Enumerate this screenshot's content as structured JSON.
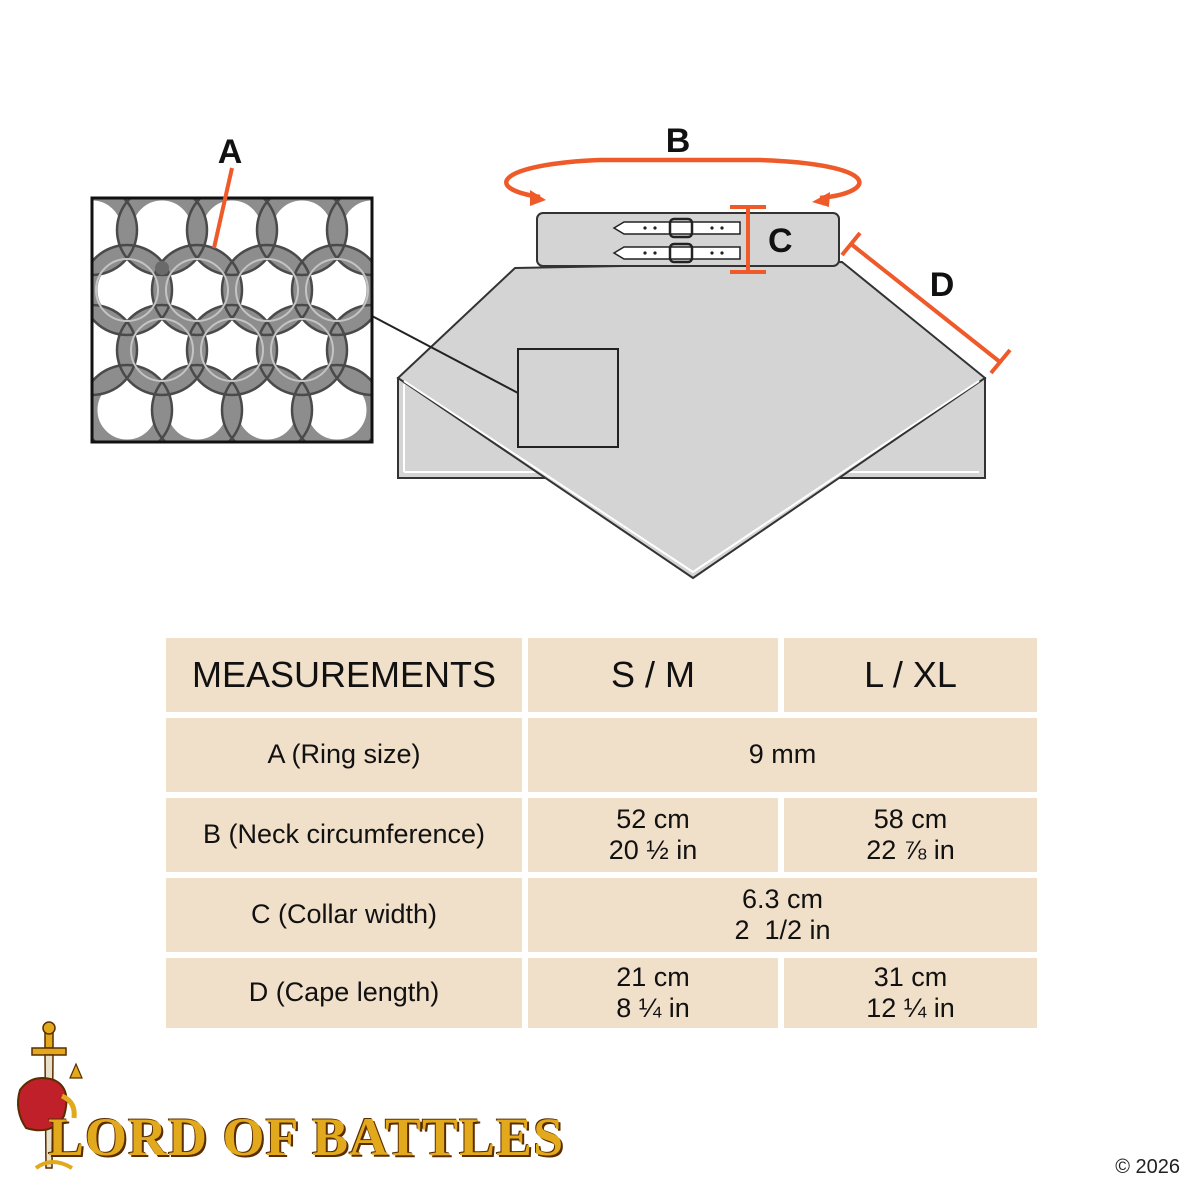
{
  "diagram": {
    "labels": {
      "a": "A",
      "b": "B",
      "c": "C",
      "d": "D"
    },
    "colors": {
      "accent": "#ee5a2a",
      "garment_fill": "#d4d4d4",
      "outline": "#333333",
      "ring_metal": "#8d8d8d"
    }
  },
  "table": {
    "headers": [
      "MEASUREMENTS",
      "S / M",
      "L / XL"
    ],
    "rows": [
      {
        "label": "A  (Ring size)",
        "shared": [
          "9 mm"
        ]
      },
      {
        "label": "B (Neck circumference)",
        "sm": [
          "52 cm",
          "20 ½ in"
        ],
        "lxl": [
          "58 cm",
          "22 ⅞ in"
        ]
      },
      {
        "label": "C (Collar width)",
        "shared": [
          "6.3 cm",
          "2  1/2 in"
        ]
      },
      {
        "label": "D (Cape length)",
        "sm": [
          "21 cm",
          "8 ¼ in"
        ],
        "lxl": [
          "31 cm",
          "12 ¼ in"
        ]
      }
    ],
    "colors": {
      "cell_bg": "#f0dfc9"
    }
  },
  "logo": {
    "text": "LORD OF BATTLES",
    "icon": "sword-shield-logo-icon",
    "colors": {
      "gold": "#e3a91c",
      "red": "#c0202a"
    }
  },
  "copyright": "© 2026"
}
